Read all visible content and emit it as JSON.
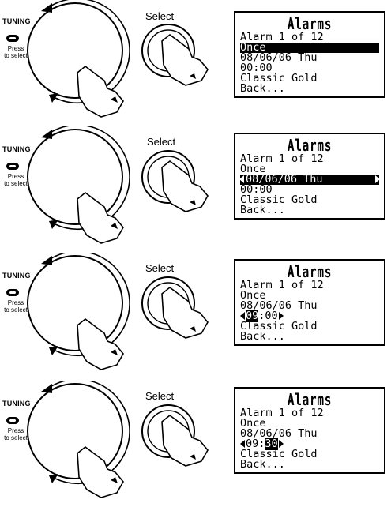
{
  "labels": {
    "tuning": "TUNING",
    "press_to_select": [
      "Press",
      "to select"
    ],
    "select": "Select"
  },
  "lcd_title": "Alarms",
  "steps": [
    {
      "lines": [
        "Alarm 1 of 12",
        "Once",
        "08/06/06 Thu",
        "00:00",
        "Classic Gold",
        "Back..."
      ],
      "highlighted_line": 1,
      "mode": "highlight"
    },
    {
      "lines": [
        "Alarm 1 of 12",
        "Once",
        "08/06/06 Thu",
        "00:00",
        "Classic Gold",
        "Back..."
      ],
      "highlighted_line": 2,
      "mode": "edit-date"
    },
    {
      "lines": [
        "Alarm 1 of 12",
        "Once",
        "08/06/06 Thu",
        "09:00",
        "Classic Gold",
        "Back..."
      ],
      "edit_line": 3,
      "hours": "09",
      "minutes": "00",
      "selected_field": "hours",
      "mode": "edit-time"
    },
    {
      "lines": [
        "Alarm 1 of 12",
        "Once",
        "08/06/06 Thu",
        "09:30",
        "Classic Gold",
        "Back..."
      ],
      "edit_line": 3,
      "hours": "09",
      "minutes": "30",
      "selected_field": "minutes",
      "mode": "edit-time"
    }
  ]
}
